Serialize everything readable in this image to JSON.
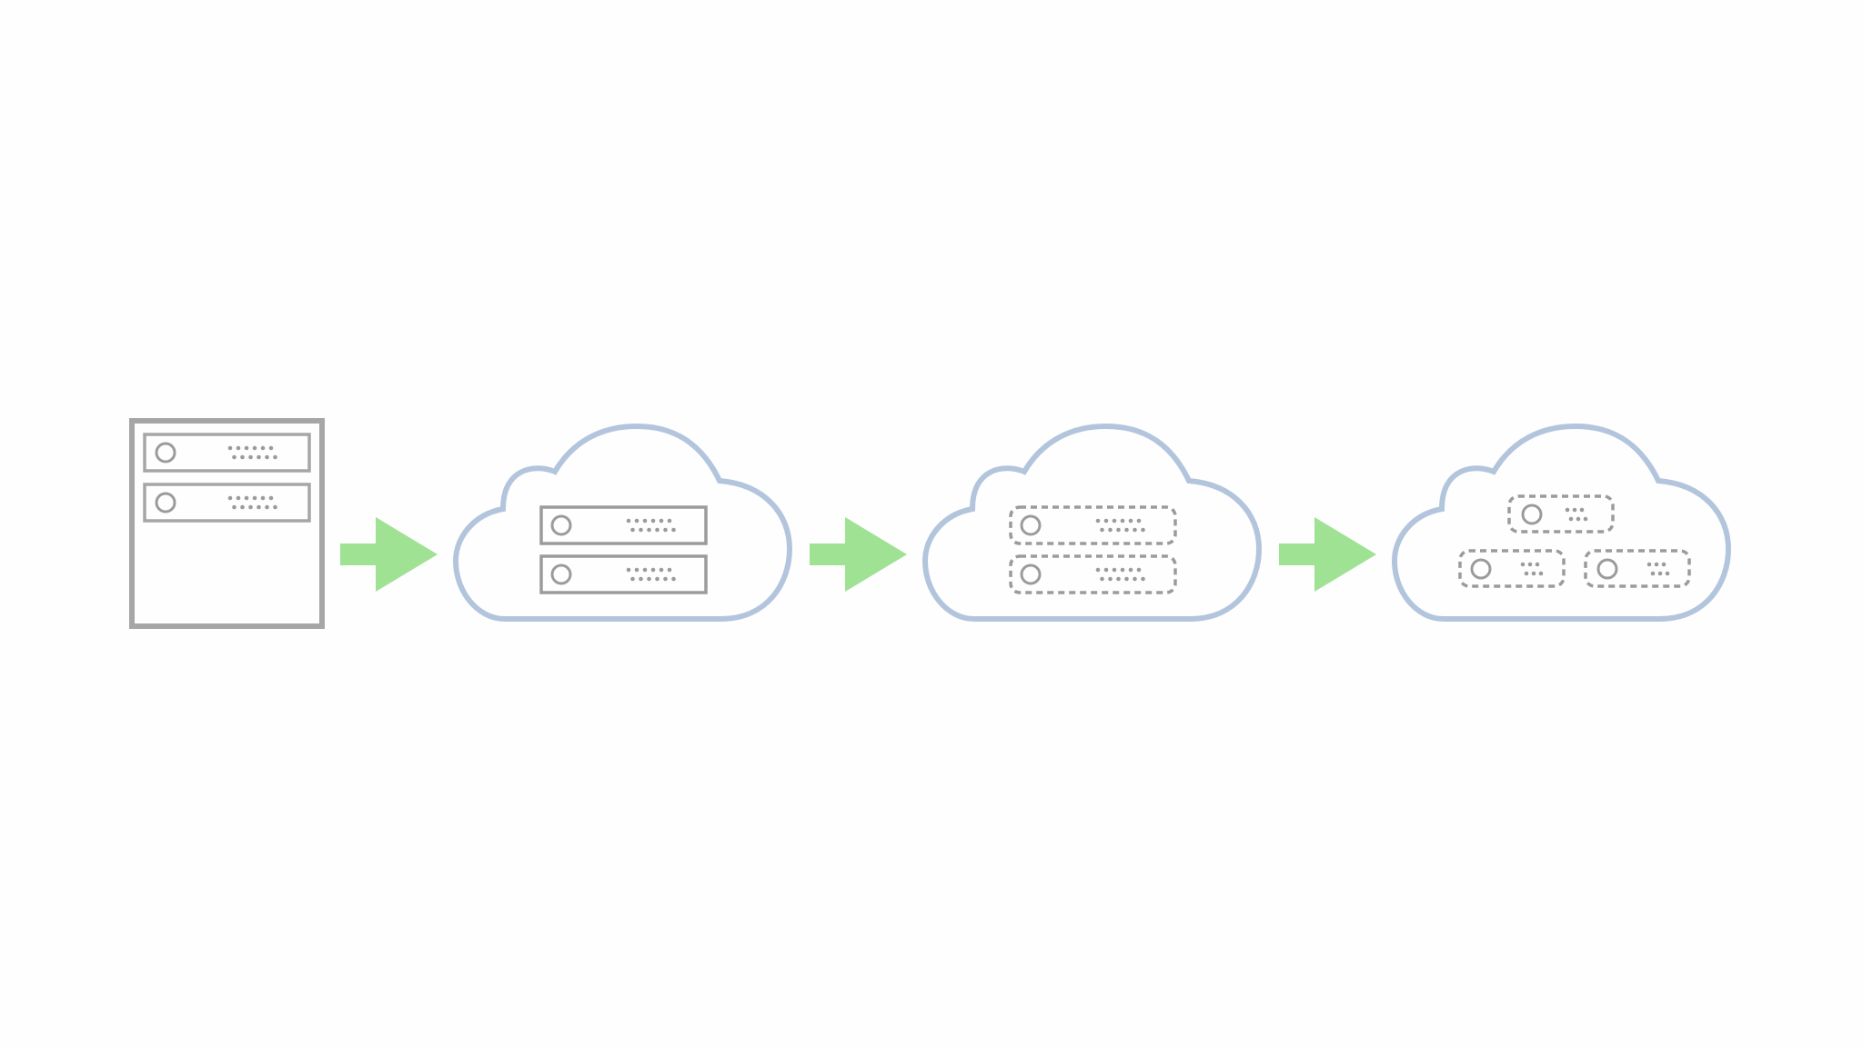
{
  "diagram": {
    "stages": [
      {
        "id": "on-premises-rack",
        "kind": "rack",
        "units": [
          "solid",
          "solid"
        ]
      },
      {
        "id": "cloud-lift-and-shift",
        "kind": "cloud",
        "units": [
          "solid",
          "solid"
        ]
      },
      {
        "id": "cloud-virtualized",
        "kind": "cloud",
        "units": [
          "dashed",
          "dashed"
        ]
      },
      {
        "id": "cloud-distributed",
        "kind": "cloud",
        "units": [
          "dashed-small",
          "dashed-small",
          "dashed-small"
        ]
      }
    ],
    "arrows": 3,
    "colors": {
      "background": "#fefefe",
      "rack_stroke": "#a6a6a6",
      "server_stroke": "#9b9b9b",
      "cloud_stroke": "#b3c5dc",
      "arrow_fill": "#9fe294"
    }
  }
}
